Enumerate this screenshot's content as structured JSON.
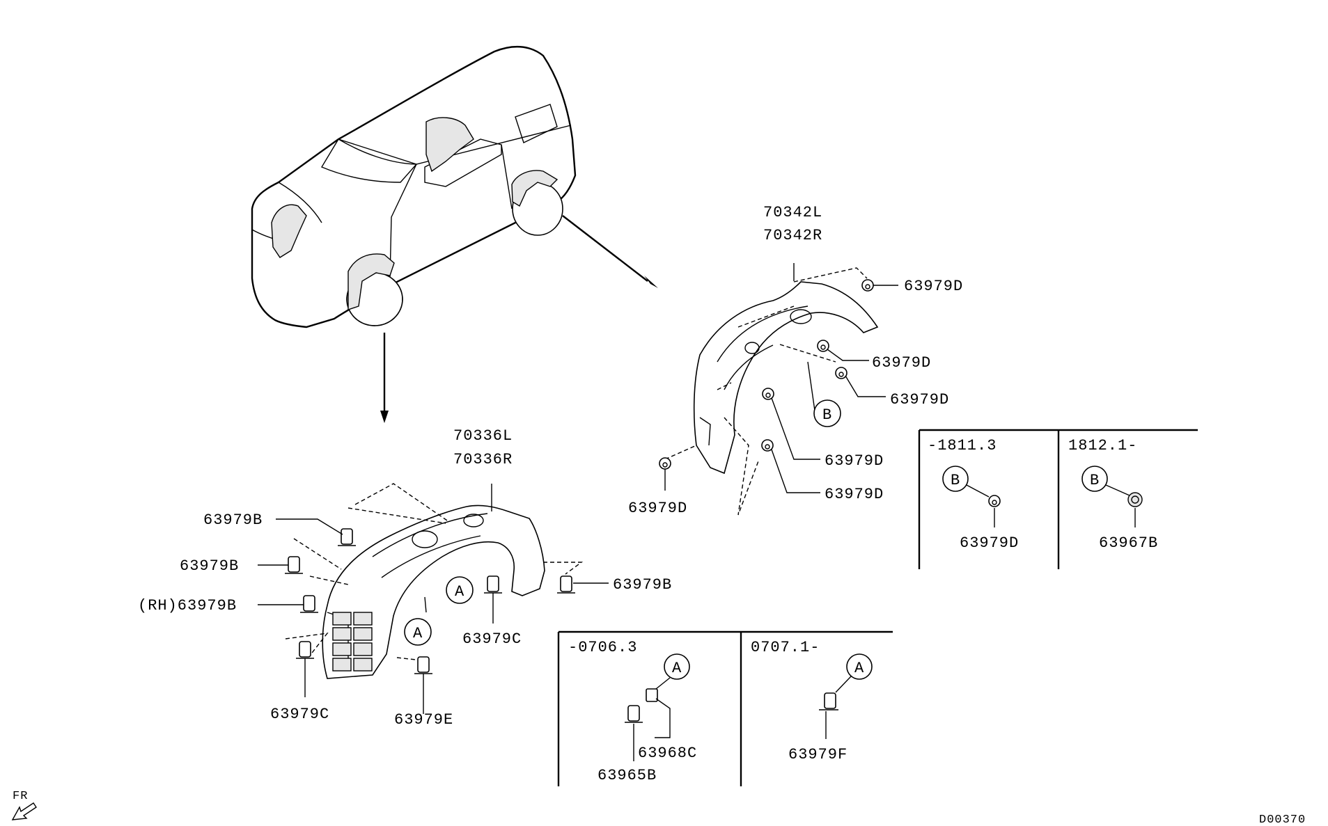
{
  "diagram": {
    "vehicle_parts": {
      "rear_liner": [
        "70342L",
        "70342R"
      ],
      "front_liner": [
        "70336L",
        "70336R"
      ]
    },
    "rear_callouts": [
      "63979D",
      "63979D",
      "63979D",
      "63979D",
      "63979D",
      "63979D"
    ],
    "rear_ref_b": "B",
    "front_callouts": {
      "b1": "63979B",
      "b2": "63979B",
      "b3": "(RH)63979B",
      "b4": "63979B",
      "c1": "63979C",
      "c2": "63979C",
      "e1": "63979E"
    },
    "front_ref_a": "A",
    "box_b": {
      "left_date": "-1811.3",
      "right_date": "1812.1-",
      "ref": "B",
      "left_part": "63979D",
      "right_part": "63967B"
    },
    "box_a": {
      "left_date": "-0706.3",
      "right_date": "0707.1-",
      "ref": "A",
      "left_part_1": "63968C",
      "left_part_2": "63965B",
      "right_part": "63979F"
    },
    "direction": "FR",
    "diagram_code": "D00370"
  }
}
